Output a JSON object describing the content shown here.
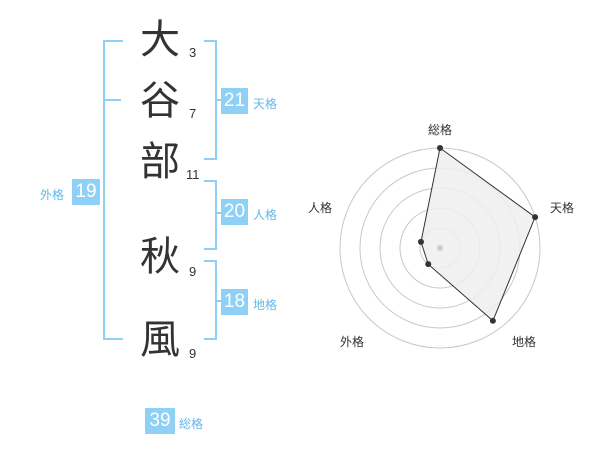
{
  "name": {
    "chars": [
      {
        "char": "大",
        "strokes": "3"
      },
      {
        "char": "谷",
        "strokes": "7"
      },
      {
        "char": "部",
        "strokes": "11"
      },
      {
        "char": "秋",
        "strokes": "9"
      },
      {
        "char": "風",
        "strokes": "9"
      }
    ]
  },
  "kakusu": {
    "tenkaku": {
      "value": "21",
      "label": "天格"
    },
    "jinkaku": {
      "value": "20",
      "label": "人格"
    },
    "chikaku": {
      "value": "18",
      "label": "地格"
    },
    "gaikaku": {
      "value": "19",
      "label": "外格"
    },
    "soukaku": {
      "value": "39",
      "label": "総格"
    }
  },
  "colors": {
    "accent": "#8fd0f6",
    "text": "#333333",
    "radar_fill": "#eeeeee"
  },
  "chart_data": {
    "type": "radar",
    "axes": [
      "総格",
      "天格",
      "地格",
      "外格",
      "人格"
    ],
    "values": [
      39,
      21,
      18,
      19,
      20
    ],
    "plot_levels": [
      1.0,
      1.0,
      0.9,
      0.2,
      0.2
    ],
    "rings": 5
  }
}
